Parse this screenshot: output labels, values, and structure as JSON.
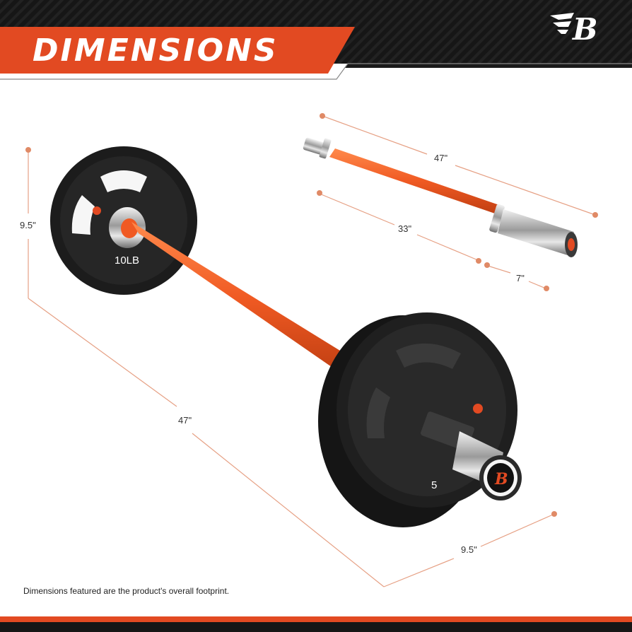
{
  "header": {
    "title": "DIMENSIONS",
    "colors": {
      "accent": "#e24a22",
      "dark": "#1a1a1a",
      "white": "#ffffff"
    }
  },
  "brand": {
    "logo_letter": "B",
    "icon": "winged-b-logo-icon"
  },
  "bar_dimensions": {
    "total_length": "47\"",
    "shaft_length": "33\"",
    "sleeve_length": "7\""
  },
  "assembled_dimensions": {
    "height": "9.5\"",
    "length": "47\"",
    "width": "9.5\""
  },
  "plates": {
    "small_label": "10LB",
    "large_label": "5"
  },
  "footer": {
    "note": "Dimensions featured are the product's overall footprint."
  },
  "colors": {
    "bar": "#f05a23",
    "plate": "#1c1c1c",
    "dimension_line": "#e08a66",
    "sleeve": "#b9b9b9"
  }
}
